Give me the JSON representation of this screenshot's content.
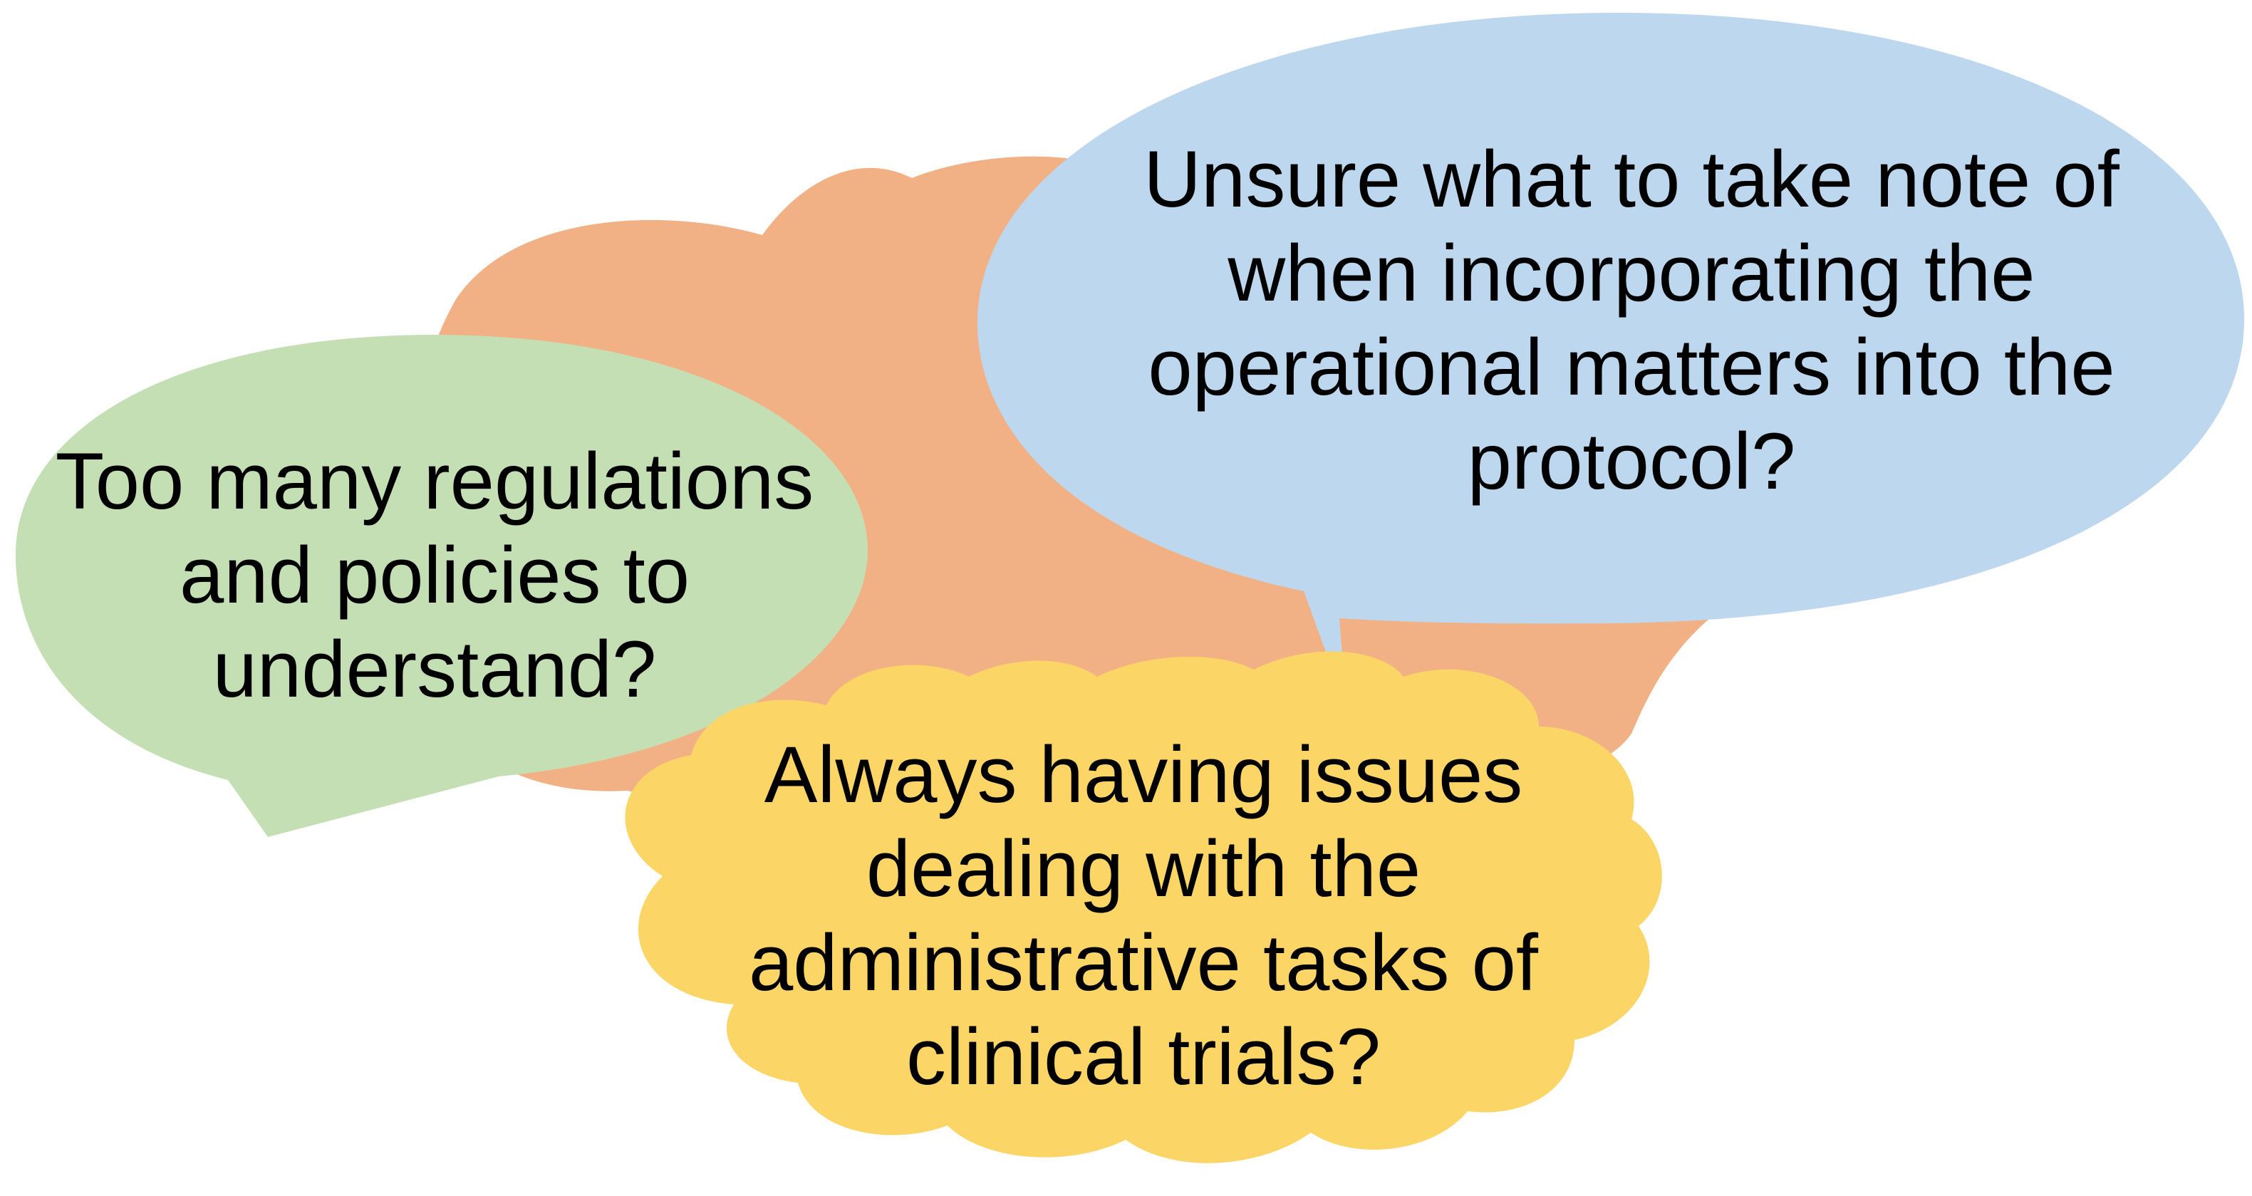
{
  "bubbles": {
    "background_cloud": {
      "shape": "cloud",
      "color": "#F2B185"
    },
    "green": {
      "shape": "speech-oval",
      "color": "#C5DFB4",
      "lines": [
        "Too many regulations",
        "and policies to",
        "understand?"
      ]
    },
    "blue": {
      "shape": "speech-oval",
      "color": "#BDD7EE",
      "lines": [
        "Unsure what to take note of",
        "when incorporating the",
        "operational matters into the",
        "protocol?"
      ]
    },
    "yellow": {
      "shape": "cloud",
      "color": "#FBD565",
      "lines": [
        "Always having issues",
        "dealing with the",
        "administrative tasks of",
        "clinical trials?"
      ]
    }
  }
}
